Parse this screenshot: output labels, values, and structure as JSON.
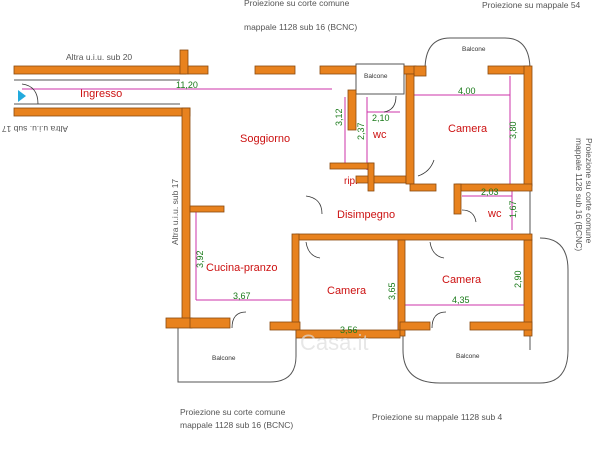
{
  "colors": {
    "wall": "#e8821e",
    "wall_stroke": "#8a4a10",
    "dim": "#cc33aa",
    "dim_text": "#1a7a1a",
    "outline": "#333333"
  },
  "annotations": {
    "top_corte": "Proiezione su corte comune",
    "top_mappale": "mappale 1128 sub 16 (BCNC)",
    "top_right": "Proiezione su mappale 54",
    "left_sub20": "Altra u.i.u. sub 20",
    "left_sub17_rot": "Altra u.i.u. sub 17",
    "left_sub17_vert": "Altra u.i.u. sub 17",
    "right_vert_1": "Proiezione su corte comune",
    "right_vert_2": "mappale 1128 sub 16 (BCNC)",
    "bottom_corte_1": "Proiezione su corte comune",
    "bottom_corte_2": "mappale 1128 sub 16 (BCNC)",
    "bottom_mappale": "Proiezione su mappale 1128 sub 4"
  },
  "rooms": {
    "ingresso": "Ingresso",
    "soggiorno": "Soggiorno",
    "camera_top": "Camera",
    "wc_top": "wc",
    "wc_right": "wc",
    "rip": "rip.",
    "disimpegno": "Disimpegno",
    "cucina": "Cucina-pranzo",
    "camera_mid": "Camera",
    "camera_right": "Camera"
  },
  "balconies": {
    "top_small": "Balcone",
    "top_right": "Balcone",
    "bottom_left": "Balcone",
    "bottom_right": "Balcone"
  },
  "dimensions": {
    "d_1120": "11,20",
    "d_400": "4,00",
    "d_380": "3,80",
    "d_210": "2,10",
    "d_237": "2,37",
    "d_312": "3,12",
    "d_203": "2,03",
    "d_167": "1,67",
    "d_392": "3,92",
    "d_367": "3,67",
    "d_365": "3,65",
    "d_356": "3,56",
    "d_435": "4,35",
    "d_290": "2,90"
  },
  "watermark": "Casa.it"
}
